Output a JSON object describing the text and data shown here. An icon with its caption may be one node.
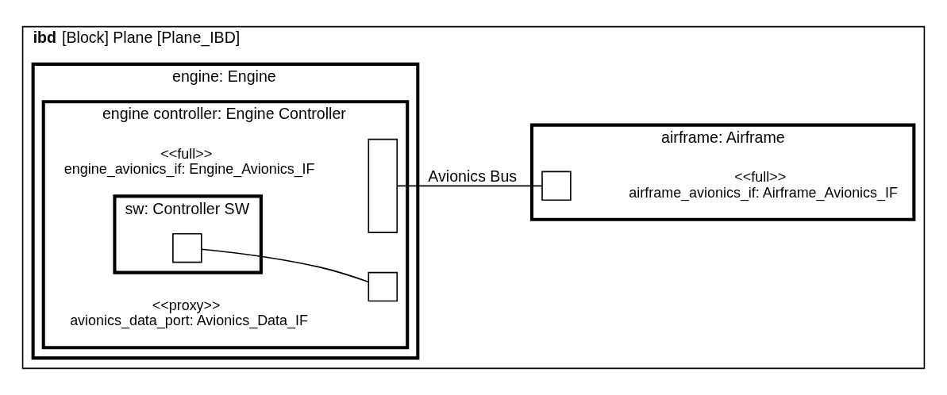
{
  "diagram": {
    "nodes": [
      {
        "text": [
          "**ibd** [Block] Plane [Plane_IBD]"
        ]
      },
      {
        "text": [
          "engine: Engine"
        ],
        "in": 0
      },
      {
        "text": [
          "engine controller: Engine Controller"
        ],
        "in": 1
      },
      {
        "text": [],
        "shape": "box",
        "in": 2,
        "beside": [
          "<<full>>",
          "engine_avionics_if: Engine_Avionics_IF"
        ]
      },
      {
        "text": [],
        "shape": "box",
        "in": 2,
        "beside": [
          "<<proxy>>",
          "avionics_data_port: Avionics_Data_IF"
        ]
      },
      {
        "text": [
          "sw: Controller SW"
        ],
        "in": 2
      },
      {
        "text": [],
        "shape": "box",
        "in": 5
      },
      {
        "text": [
          "airframe: Airframe"
        ],
        "in": 0
      },
      {
        "text": [],
        "shape": "box",
        "in": 7,
        "beside": [
          "<<full>>",
          "airframe_avionics_if: Airframe_Avionics_IF"
        ]
      }
    ],
    "edges": [
      {
        "from": 6,
        "to": 4,
        "arrow": "none"
      },
      {
        "from": 3,
        "to": 8,
        "arrow": "none",
        "label": "Avionics Bus"
      }
    ]
  }
}
